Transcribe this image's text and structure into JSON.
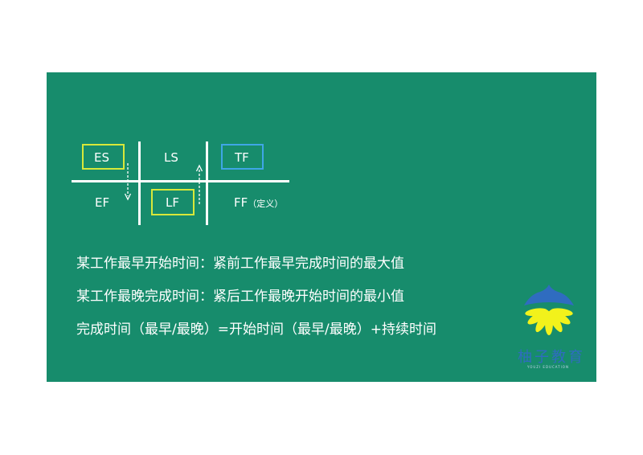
{
  "diagram": {
    "cells": {
      "es": "ES",
      "ls": "LS",
      "tf": "TF",
      "ef": "EF",
      "lf": "LF",
      "ff": "FF",
      "ff_note": "（定义）"
    }
  },
  "notes": [
    "某工作最早开始时间：紧前工作最早完成时间的最大值",
    "某工作最晚完成时间：紧后工作最晚开始时间的最小值",
    "完成时间（最早/最晚）=开始时间（最早/最晚）+持续时间"
  ],
  "logo": {
    "name": "柚子教育",
    "tagline": "YOUZI EDUCATION"
  },
  "colors": {
    "background": "#178c6c",
    "highlight_box": "#d8e83a",
    "tf_box": "#3fa6e6",
    "logo_blue": "#2f6cc0",
    "logo_yellow": "#f2f21b"
  }
}
